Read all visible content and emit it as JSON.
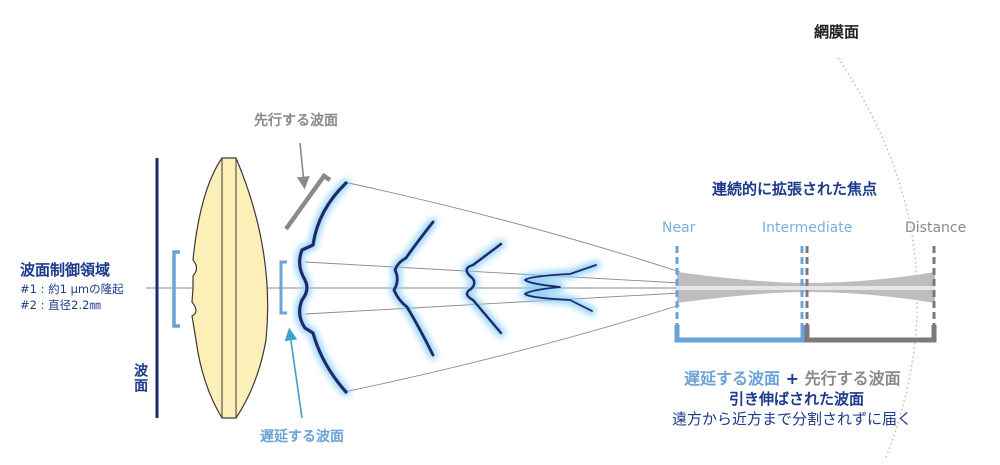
{
  "retina": {
    "title": "網膜面"
  },
  "leading_wavefront": {
    "label": "先行する波面"
  },
  "delayed_wavefront": {
    "label": "遅延する波面"
  },
  "wavefront_control": {
    "title": "波面制御領域",
    "line1": "#1 : 約1 μmの隆起",
    "line2": "#2 : 直径2.2㎜"
  },
  "wavefront_plane": {
    "label": "波面"
  },
  "focus": {
    "title": "連続的に拡張された焦点",
    "near": "Near",
    "intermediate": "Intermediate",
    "distance": "Distance"
  },
  "result": {
    "delayed": "遅延する波面",
    "plus": " + ",
    "leading": "先行する波面",
    "stretched": "引き伸ばされた波面",
    "reach": "遠方から近方まで分割されずに届く"
  },
  "colors": {
    "navy": "#1d2a6b",
    "title_blue": "#1d3a8a",
    "light_blue": "#6aa3d8",
    "gray": "#8a8a8a",
    "lens_fill": "#fcefb8",
    "glow": "#8fd0f5",
    "retina_dots": "#d9b48f"
  }
}
